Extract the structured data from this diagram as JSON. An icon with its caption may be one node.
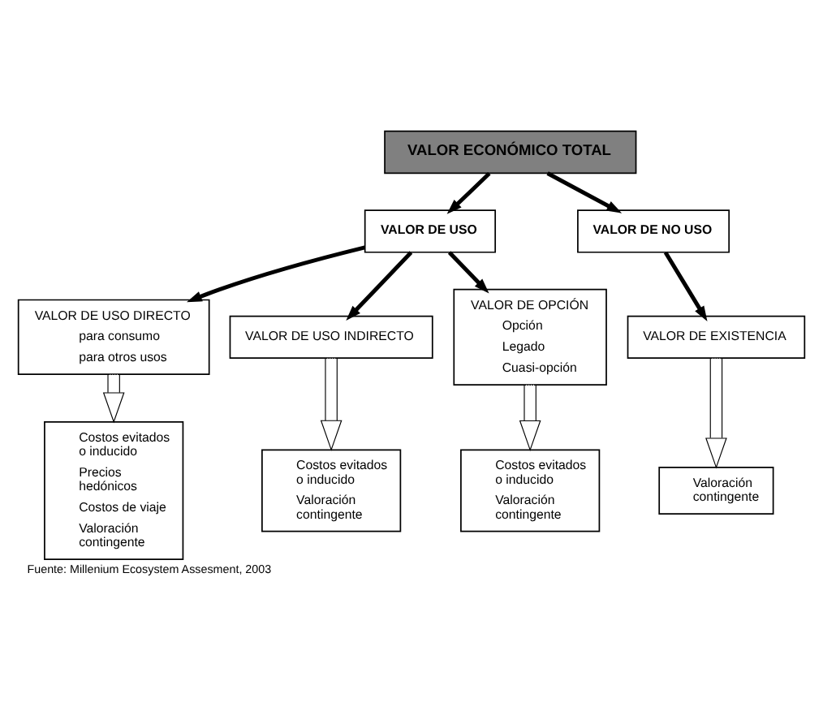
{
  "diagram": {
    "caption": "Fuente: Millenium Ecosystem Assesment, 2003",
    "nodes": [
      {
        "text": [
          "VALOR ECONÓMICO TOTAL"
        ]
      },
      {
        "text": [
          "VALOR DE USO"
        ]
      },
      {
        "text": [
          "VALOR DE NO USO"
        ]
      },
      {
        "text": [
          "VALOR DE USO DIRECTO",
          "para consumo",
          "para otros usos"
        ]
      },
      {
        "text": [
          "VALOR DE USO INDIRECTO"
        ]
      },
      {
        "text": [
          "VALOR DE OPCIÓN",
          "Opción",
          "Legado",
          "Cuasi-opción"
        ]
      },
      {
        "text": [
          "VALOR DE EXISTENCIA"
        ]
      },
      {
        "text": [
          "Costos evitados o inducido",
          "Precios hedónicos",
          "Costos de viaje",
          "Valoración contingente"
        ]
      },
      {
        "text": [
          "Costos evitados o inducido",
          "Valoración contingente"
        ]
      },
      {
        "text": [
          "Costos evitados o inducido",
          "Valoración contingente"
        ]
      },
      {
        "text": [
          "Valoración contingente"
        ]
      }
    ],
    "edges": [
      {
        "from": 0,
        "to": 1,
        "arrow": "to"
      },
      {
        "from": 0,
        "to": 2,
        "arrow": "to"
      },
      {
        "from": 1,
        "to": 3,
        "arrow": "to"
      },
      {
        "from": 1,
        "to": 4,
        "arrow": "to"
      },
      {
        "from": 1,
        "to": 5,
        "arrow": "to"
      },
      {
        "from": 2,
        "to": 6,
        "arrow": "to"
      },
      {
        "from": 3,
        "to": 7,
        "arrow": "to"
      },
      {
        "from": 4,
        "to": 8,
        "arrow": "to"
      },
      {
        "from": 5,
        "to": 9,
        "arrow": "to"
      },
      {
        "from": 6,
        "to": 10,
        "arrow": "to"
      }
    ]
  }
}
